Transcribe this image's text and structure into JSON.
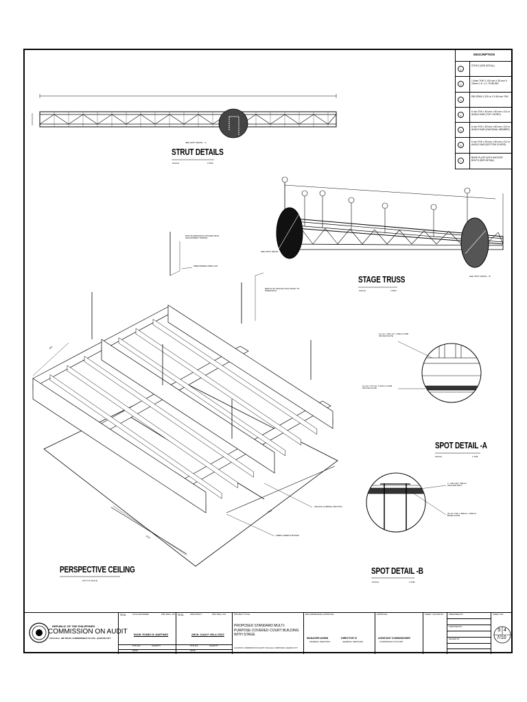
{
  "titles": {
    "strut": "STRUT DETAILS",
    "strut_scale": "SCALE",
    "strut_scale_val": "1:50M",
    "stage_truss": "STAGE TRUSS",
    "stage_scale": "SCALE",
    "stage_scale_val": "1:50M",
    "spot_a": "SPOT DETAIL -A",
    "spot_a_scale": "SCALE",
    "spot_a_scale_val": "1:10M",
    "spot_b": "SPOT DETAIL -B",
    "spot_b_scale": "SCALE",
    "spot_b_scale_val": "1:10M",
    "perspective": "PERSPECTIVE CEILING",
    "perspective_scale": "NOT TO SCALE"
  },
  "legend": {
    "header": "DESCRIPTION",
    "items": [
      {
        "num": "1",
        "text": "STRUT (SEE DETAIL)"
      },
      {
        "num": "2",
        "text": "1.5mm THK X 100 mm X 50 mm X 15mm C.S. x C. PURLINS"
      },
      {
        "num": "3",
        "text": "RIB SPAN 1.220 m X 0.60 mm THK"
      },
      {
        "num": "4",
        "text": "6 mm THK x 50 mm x 50 mm x 6.0 m ANGLE BAR (TOP CHORD)"
      },
      {
        "num": "5",
        "text": "6 mm THK x 50 mm x 50 mm x 6.0 m ANGLE BAR (DIAGONAL MEMBER)"
      },
      {
        "num": "6",
        "text": "6 mm THK x 50 mm x 50 mm x 6.0 m ANGLE BAR (BOTTOM CHORD)"
      },
      {
        "num": "7",
        "text": "BASE PLATE WITH ANCHOR BOLTS (SEE DETAIL)"
      }
    ]
  },
  "callouts": {
    "suspension": "ROD SUSPENSION HANGER WITH ADJUSTMENT SPRING",
    "wire_clip": "PREFORMED WIRE CLIP",
    "depth": "DEPTH OF CEILING INCLUDING TO DIMENSION",
    "furring": "CEILING FURRING SECTION",
    "fiber": "FIBER CEMENT BOARD",
    "spot_a_1": "12 mm x 200 mm x 200mm ASB SPLICE PLATE",
    "spot_a_2": "12 mm X 75 mm X 200 mm ASB SPLICE PLATE",
    "spot_b_1": "2 - 20mmØ x 450mm ANCHOR BOLT",
    "spot_b_2": "20 mm THK x 300mm x 300mm BASE PLATE",
    "strut_ref": "SEE SPOT DETAIL - A",
    "truss_ref_l": "SEE SPOT DETAIL",
    "truss_ref_r": "SEE SPOT DETAIL - B",
    "dim_600": "600",
    "dim_2400": "2400",
    "dim_1220": "1220"
  },
  "title_block": {
    "agency_line1": "REPUBLIC OF THE PHILIPPINES",
    "agency_name": "COMMISSION ON AUDIT",
    "agency_addr": "COA HALL, IBP ROAD, COMMONWEALTH AVE., QUEZON CITY",
    "seal1": "SEAL",
    "seal2": "SEAL",
    "col_name": "CIVIL ENGINEER",
    "col_prc": "PRC REG. NO.",
    "col_name2": "ARCHITECT",
    "col_prc2": "PRC REG. NO.",
    "engineer_name": "ENGR. ROMEO B. MARTINEZ",
    "architect_name": "ARCH. JUAN P. DELA CRUZ",
    "ptr": "PTR NO.",
    "validity": "VALIDITY",
    "date": "DATE",
    "project_title_lbl": "PROJECT TITLE",
    "project_title": "PROPOSED STANDARD MULTI-PURPOSE COVERED COURT BUILDING WITH STAGE",
    "location": "LOCATION: COMMISSION ON AUDIT COA HALL COMPOUND, QUEZON CITY",
    "recommending": "RECOMMENDING APPROVAL",
    "approval": "APPROVAL",
    "sign1": "MANAGER ADMIN",
    "sign1_role": "GENERAL SERVICES",
    "sign2": "DIRECTOR IV",
    "sign2_role": "GENERAL SERVICES",
    "sign3": "ASSISTANT COMMISSIONER",
    "sign3_role": "COMMISSION ON AUDIT",
    "sheet_contents": "SHEET CONTENTS",
    "prepared": "PREPARED BY",
    "checked": "CHECKED BY",
    "drawn": "DRAWN BY",
    "sheet_no_lbl": "SHEET NO.",
    "sheet_code": "S",
    "sheet_num": "4",
    "sheet_of": "7/10"
  }
}
